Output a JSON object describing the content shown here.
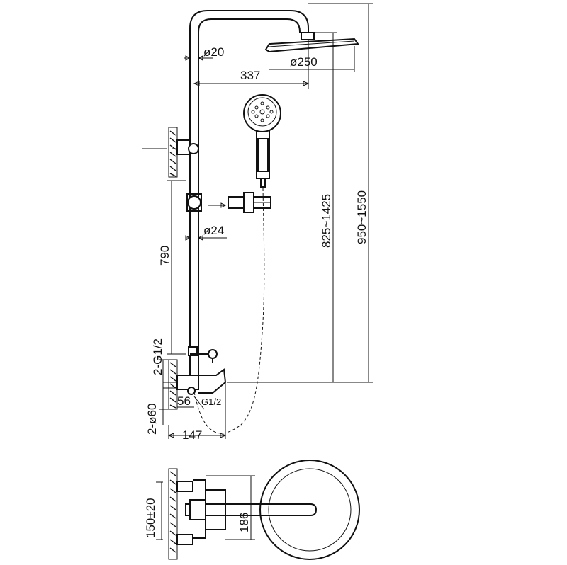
{
  "dimensions": {
    "pipe_diameter": "ø20",
    "head_diameter": "ø250",
    "arm_reach": "337",
    "rod_diameter": "ø24",
    "rail_height": "790",
    "adjust_range": "825~1425",
    "overall_height": "950~1550",
    "inlet_thread": "2-G1/2",
    "outlet_thread": "G1/2",
    "outlet_offset": "56",
    "flange_diameter": "2-ø60",
    "body_projection": "147",
    "centers": "150±20",
    "top_depth": "186"
  }
}
